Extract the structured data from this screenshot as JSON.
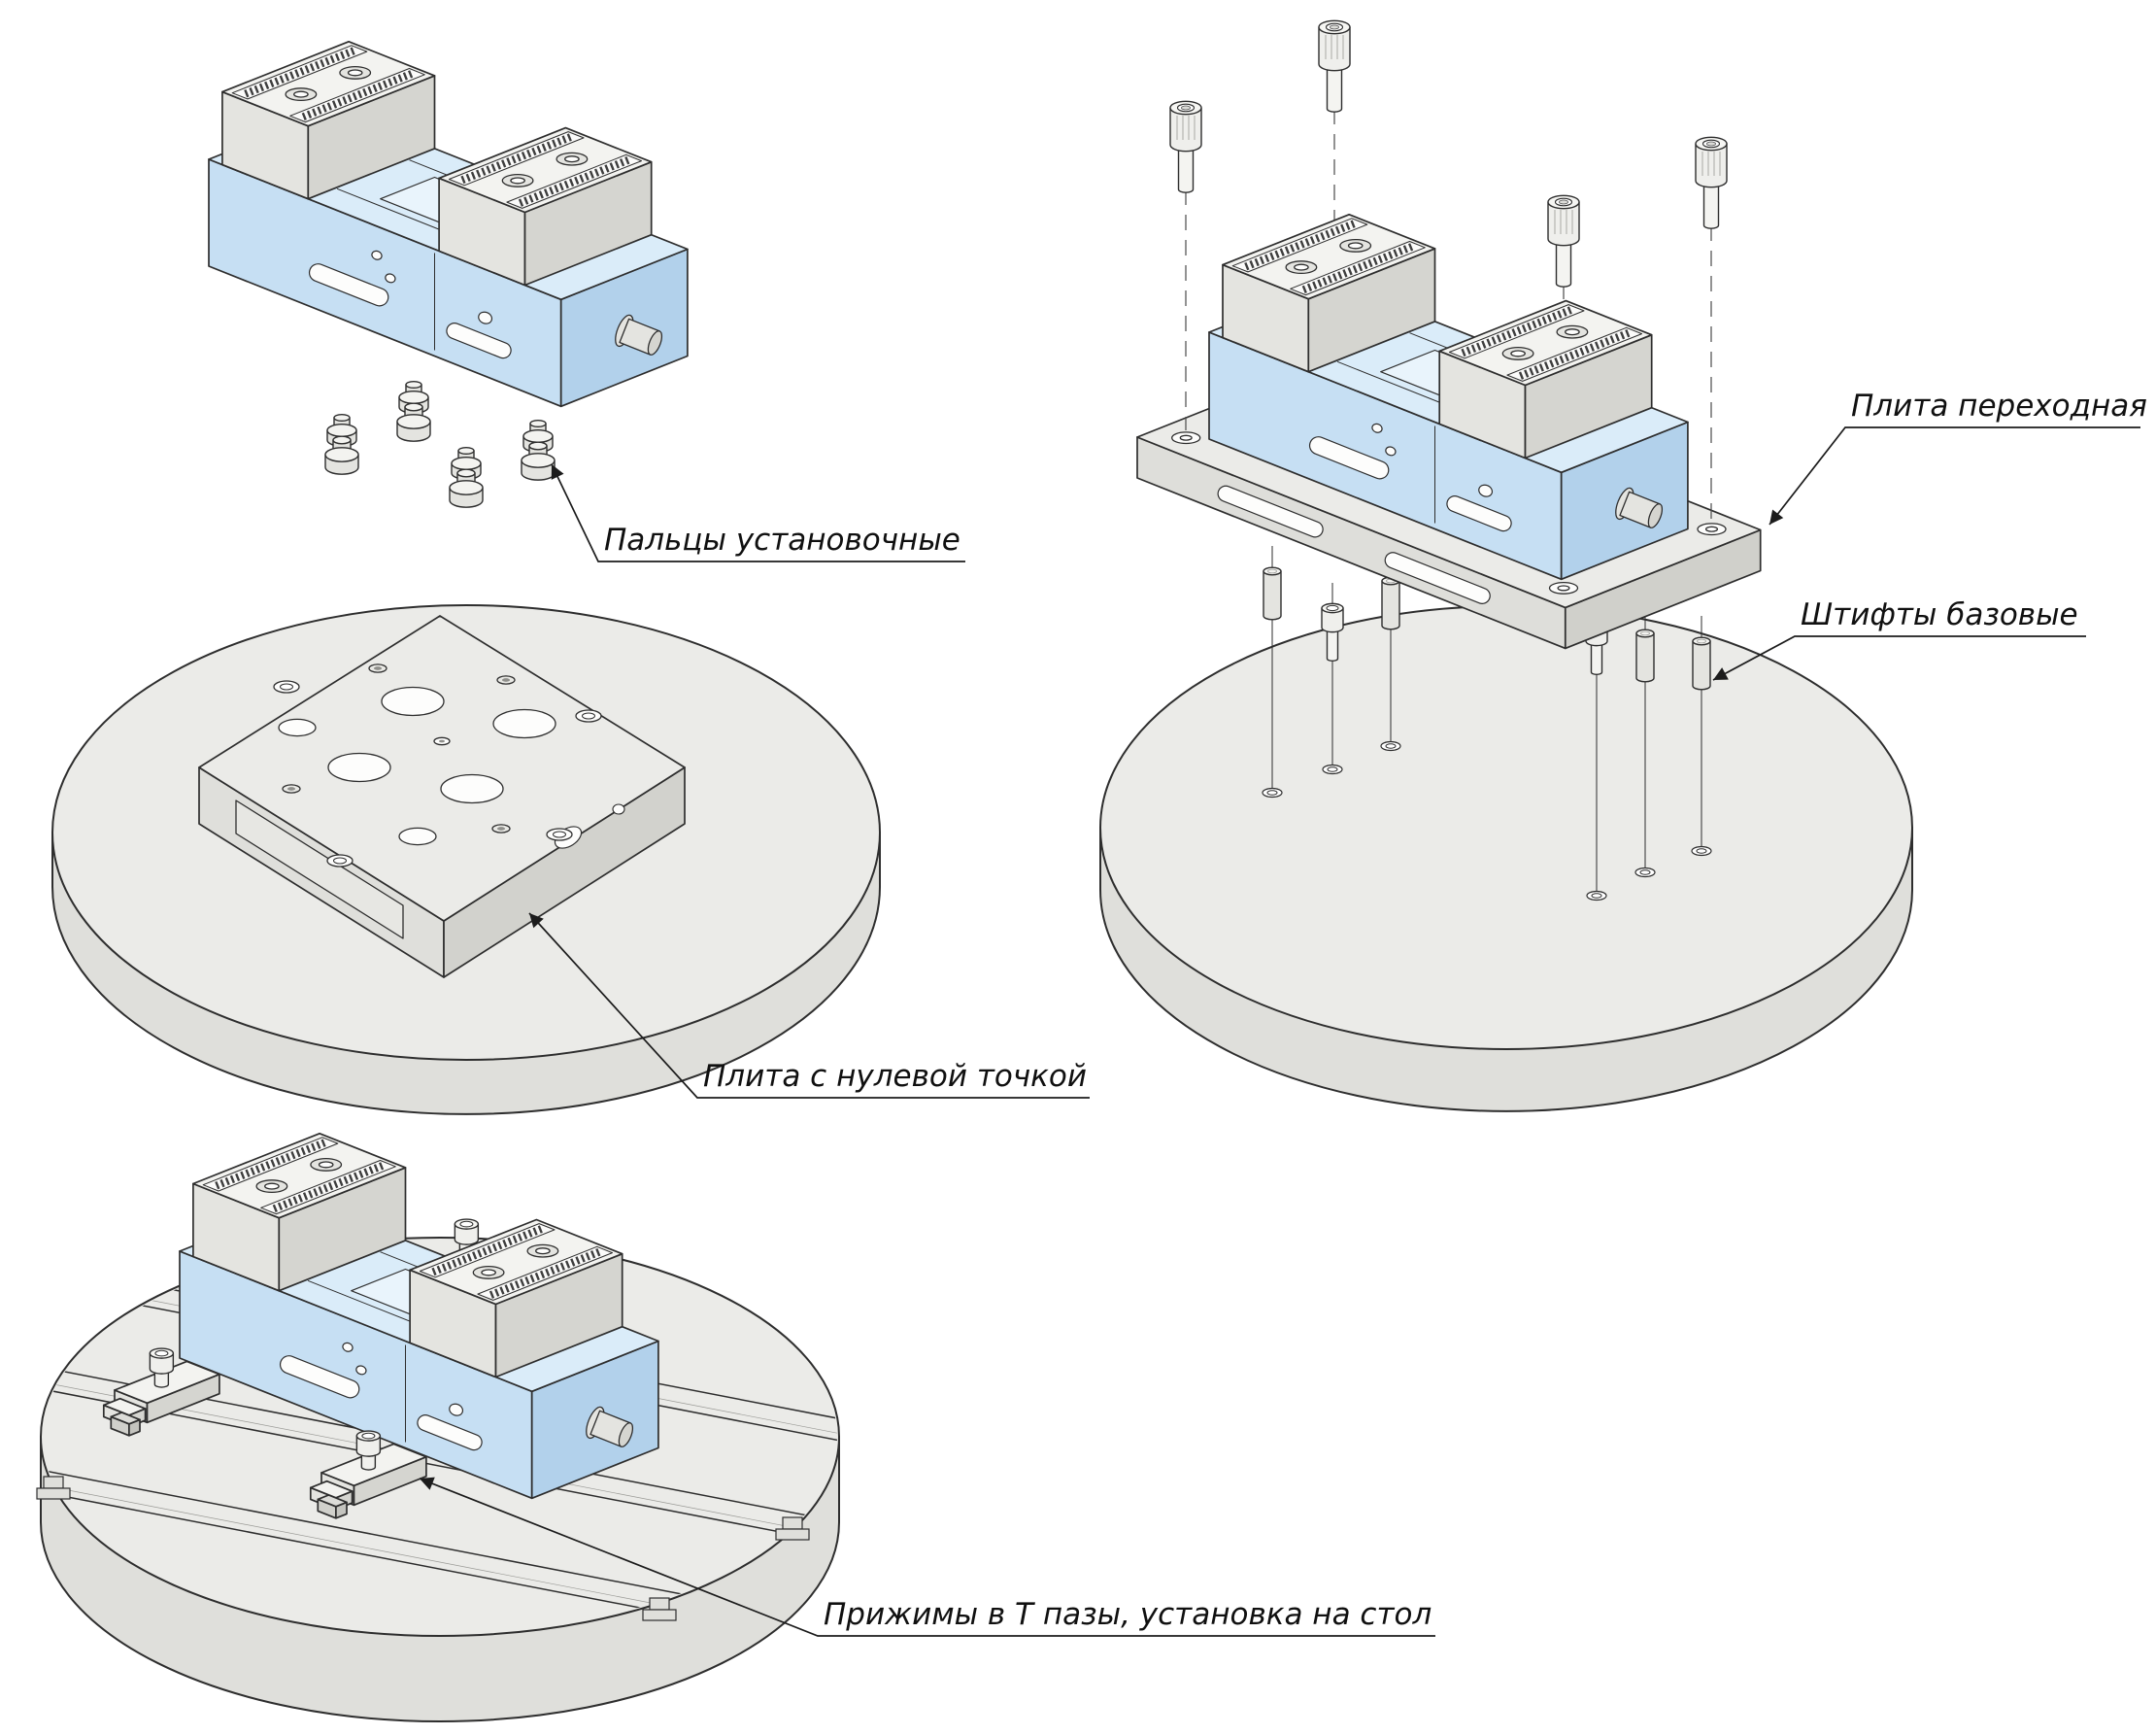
{
  "diagram": {
    "labels": {
      "locating_pins": "Пальцы установочные",
      "zero_point_plate": "Плита с нулевой точкой",
      "adapter_plate": "Плита переходная",
      "base_pins": "Штифты базовые",
      "t_slot_clamps": "Прижимы в Т пазы, установка на стол"
    },
    "colors": {
      "background": "#ffffff",
      "line": "#2e2e2e",
      "vise_body_top": "#daecf9",
      "vise_body_front": "#c6dff3",
      "vise_body_end": "#b2d1eb",
      "metal_top": "#f3f3f0",
      "metal_front": "#e4e4e0",
      "metal_end": "#d5d5d0",
      "table_top": "#ebebe8",
      "table_side": "#dfdfdb",
      "label_text": "#101010"
    },
    "scenes": [
      {
        "id": "zero-point-mounting",
        "callout_keys": [
          "locating_pins",
          "zero_point_plate"
        ]
      },
      {
        "id": "adapter-plate-mounting",
        "callout_keys": [
          "adapter_plate",
          "base_pins"
        ]
      },
      {
        "id": "t-slot-mounting",
        "callout_keys": [
          "t_slot_clamps"
        ]
      }
    ]
  }
}
